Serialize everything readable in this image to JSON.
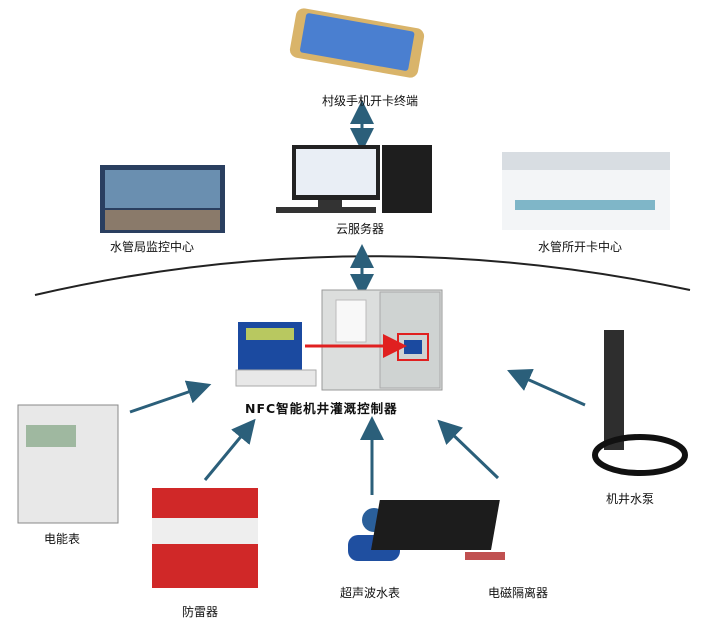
{
  "title": "NFC智能机井灌溉控制器",
  "nodes": {
    "phone": "村级手机开卡终端",
    "server": "云服务器",
    "monitor_center": "水管局监控中心",
    "card_center": "水管所开卡中心",
    "meter": "电能表",
    "surge": "防雷器",
    "water_meter": "超声波水表",
    "isolator": "电磁隔离器",
    "pump": "机井水泵"
  },
  "colors": {
    "arrow": "#2b5f7a",
    "highlight": "#e02020"
  }
}
